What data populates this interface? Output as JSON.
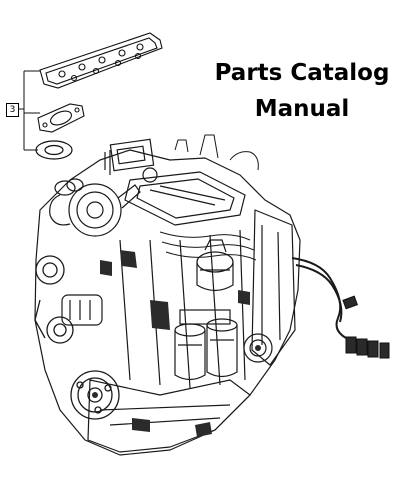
{
  "document": {
    "title_line_1": "Parts Catalog",
    "title_line_2": "Manual"
  },
  "callout": {
    "number": "3"
  },
  "illustration": {
    "subject-icon": "engine-assembly-icon",
    "line_color": "#1a1a1a",
    "background": "#ffffff"
  }
}
